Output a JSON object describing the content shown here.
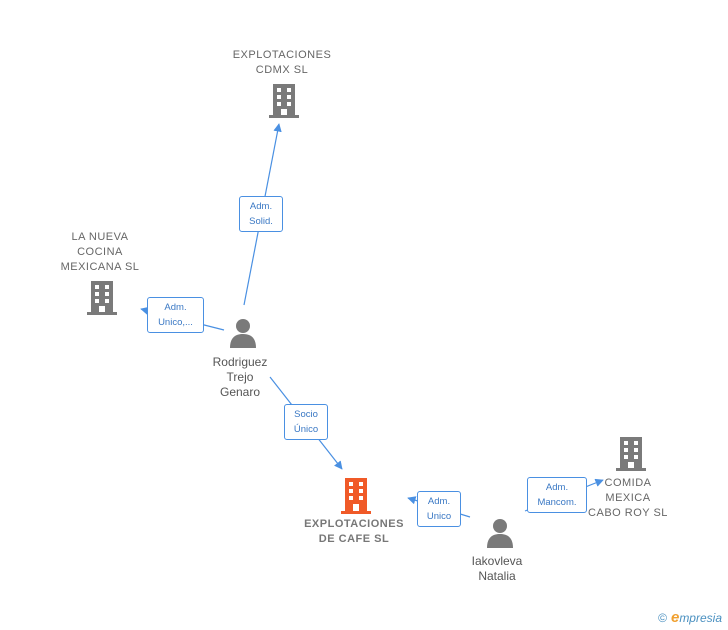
{
  "nodes": {
    "cdmx": {
      "label": "EXPLOTACIONES\nCDMX  SL",
      "type": "company",
      "color": "#7a7a7a"
    },
    "nueva_cocina": {
      "label": "LA NUEVA\nCOCINA\nMEXICANA  SL",
      "type": "company",
      "color": "#7a7a7a"
    },
    "cafe": {
      "label": "EXPLOTACIONES\nDE CAFE  SL",
      "type": "company",
      "color": "#f05a28"
    },
    "cabo_roy": {
      "label": "COMIDA\nMEXICA\nCABO ROY SL",
      "type": "company",
      "color": "#7a7a7a"
    },
    "rodriguez": {
      "label": "Rodriguez\nTrejo\nGenaro",
      "type": "person",
      "color": "#7a7a7a"
    },
    "iakovleva": {
      "label": "Iakovleva\nNatalia",
      "type": "person",
      "color": "#7a7a7a"
    }
  },
  "edges": {
    "adm_solid": {
      "label": "Adm.\nSolid."
    },
    "adm_unico_trunc": {
      "label": "Adm.\nUnico,..."
    },
    "socio_unico": {
      "label": "Socio\nÚnico"
    },
    "adm_unico": {
      "label": "Adm.\nUnico"
    },
    "adm_mancom": {
      "label": "Adm.\nMancom."
    }
  },
  "colors": {
    "edge": "#4a90e2",
    "accent": "#f05a28"
  },
  "footer": {
    "copyright": "©",
    "brand_e": "e",
    "brand_rest": "mpresia"
  }
}
